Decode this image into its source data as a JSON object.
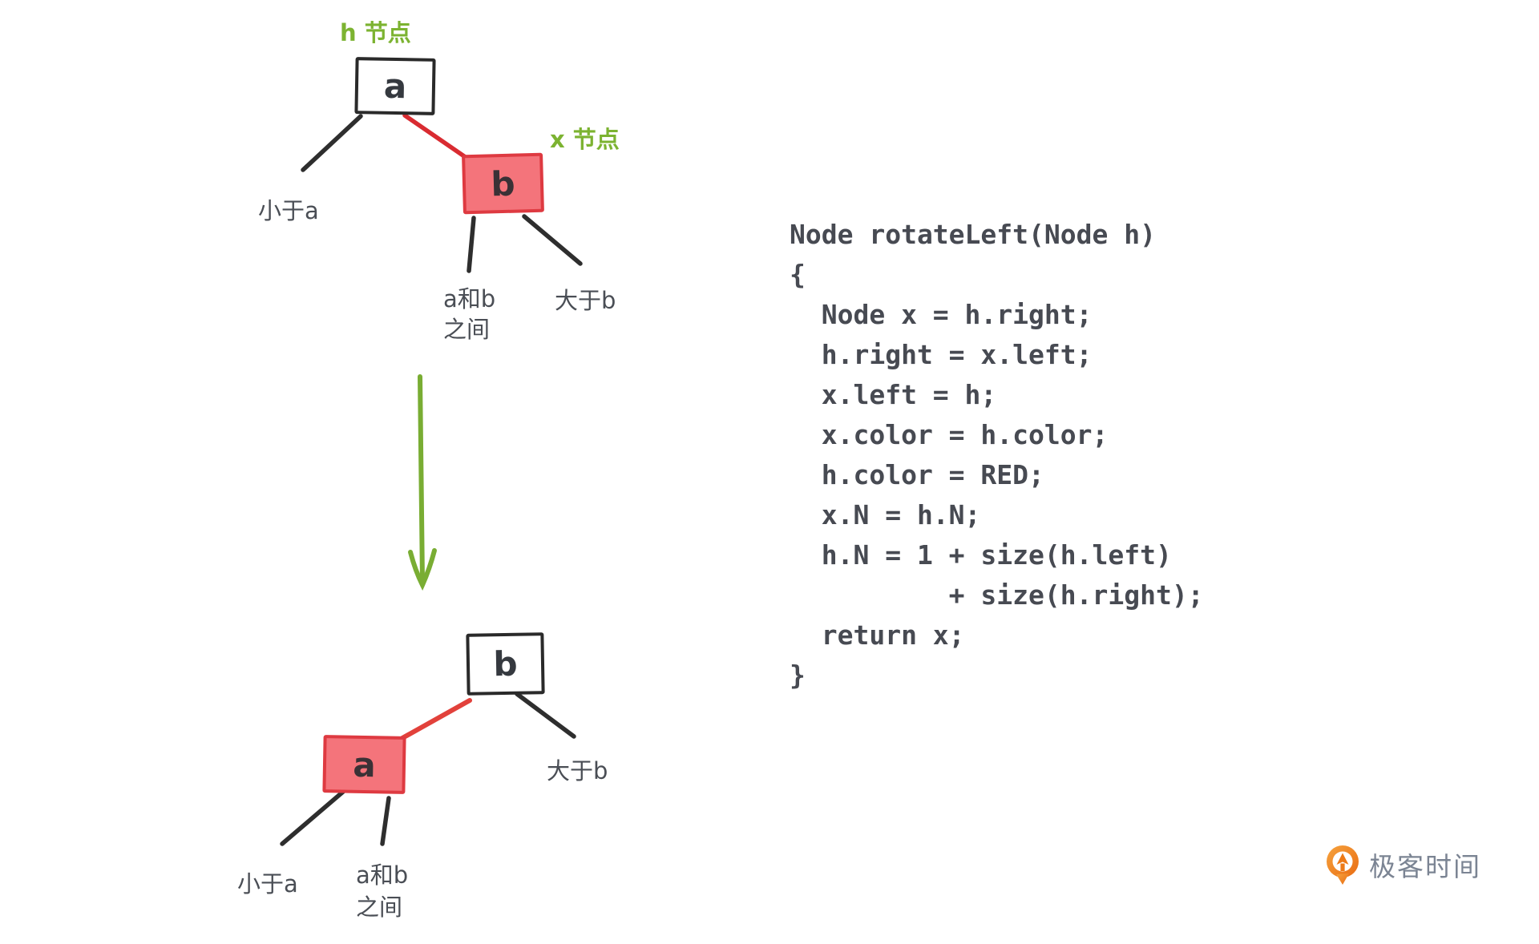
{
  "diagram": {
    "top_tree": {
      "parent_annotation": "h 节点",
      "parent_label": "a",
      "child_annotation": "x 节点",
      "child_label": "b",
      "leaf_left": "小于a",
      "leaf_mid_line1": "a和b",
      "leaf_mid_line2": "之间",
      "leaf_right": "大于b"
    },
    "bottom_tree": {
      "parent_label": "b",
      "child_label": "a",
      "leaf_left": "小于a",
      "leaf_mid_line1": "a和b",
      "leaf_mid_line2": "之间",
      "leaf_right": "大于b"
    },
    "colors": {
      "red_node_fill": "#f4747b",
      "red_node_border": "#de3a41",
      "red_link": "#d92b31",
      "green_annotation": "#7cb331",
      "green_arrow": "#79ad33",
      "edge_black": "#2e2e2e",
      "label_text": "#4a4e55"
    }
  },
  "code": {
    "text_color": "#474a52",
    "lines": [
      "Node rotateLeft(Node h)",
      "{",
      "  Node x = h.right;",
      "  h.right = x.left;",
      "  x.left = h;",
      "  x.color = h.color;",
      "  h.color = RED;",
      "  x.N = h.N;",
      "  h.N = 1 + size(h.left)",
      "          + size(h.right);",
      "  return x;",
      "}"
    ]
  },
  "footer": {
    "brand_name": "极客时间",
    "brand_orange": "#ed7a17",
    "brand_text_color": "#7b8493"
  }
}
